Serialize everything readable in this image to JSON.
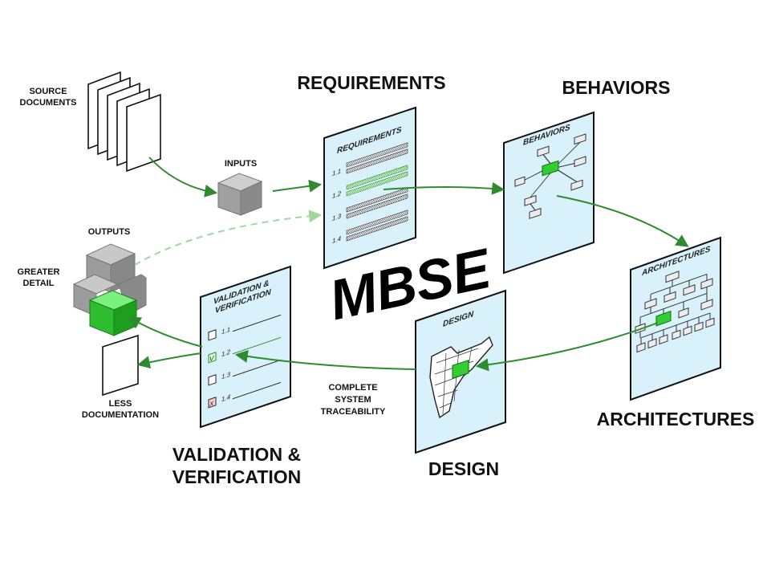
{
  "diagram": {
    "center_label": "MBSE",
    "labels": {
      "source_documents_line1": "SOURCE",
      "source_documents_line2": "DOCUMENTS",
      "inputs": "INPUTS",
      "outputs": "OUTPUTS",
      "greater_detail_line1": "GREATER",
      "greater_detail_line2": "DETAIL",
      "less_documentation_line1": "LESS",
      "less_documentation_line2": "DOCUMENTATION",
      "requirements": "REQUIREMENTS",
      "behaviors": "BEHAVIORS",
      "architectures": "ARCHITECTURES",
      "design": "DESIGN",
      "vv_line1": "VALIDATION &",
      "vv_line2": "VERIFICATION",
      "traceability_line1": "COMPLETE",
      "traceability_line2": "SYSTEM",
      "traceability_line3": "TRACEABILITY"
    },
    "cards": {
      "requirements": {
        "title": "REQUIREMENTS",
        "items": [
          "1.1",
          "1.2",
          "1.3",
          "1.4"
        ]
      },
      "behaviors": {
        "title": "BEHAVIORS"
      },
      "architectures": {
        "title": "ARCHITECTURES"
      },
      "design": {
        "title": "DESIGN"
      },
      "vv": {
        "title_line1": "VALIDATION &",
        "title_line2": "VERIFICATION",
        "items": [
          "1.1",
          "1.2",
          "1.3",
          "1.4"
        ],
        "check_mark": "V",
        "cross_mark": "X"
      }
    },
    "colors": {
      "accent_green": "#33cc33",
      "flow_green": "#2e8b2e",
      "card_fill": "#d9f1fb",
      "cube_gray": "#a8a8a8"
    }
  }
}
